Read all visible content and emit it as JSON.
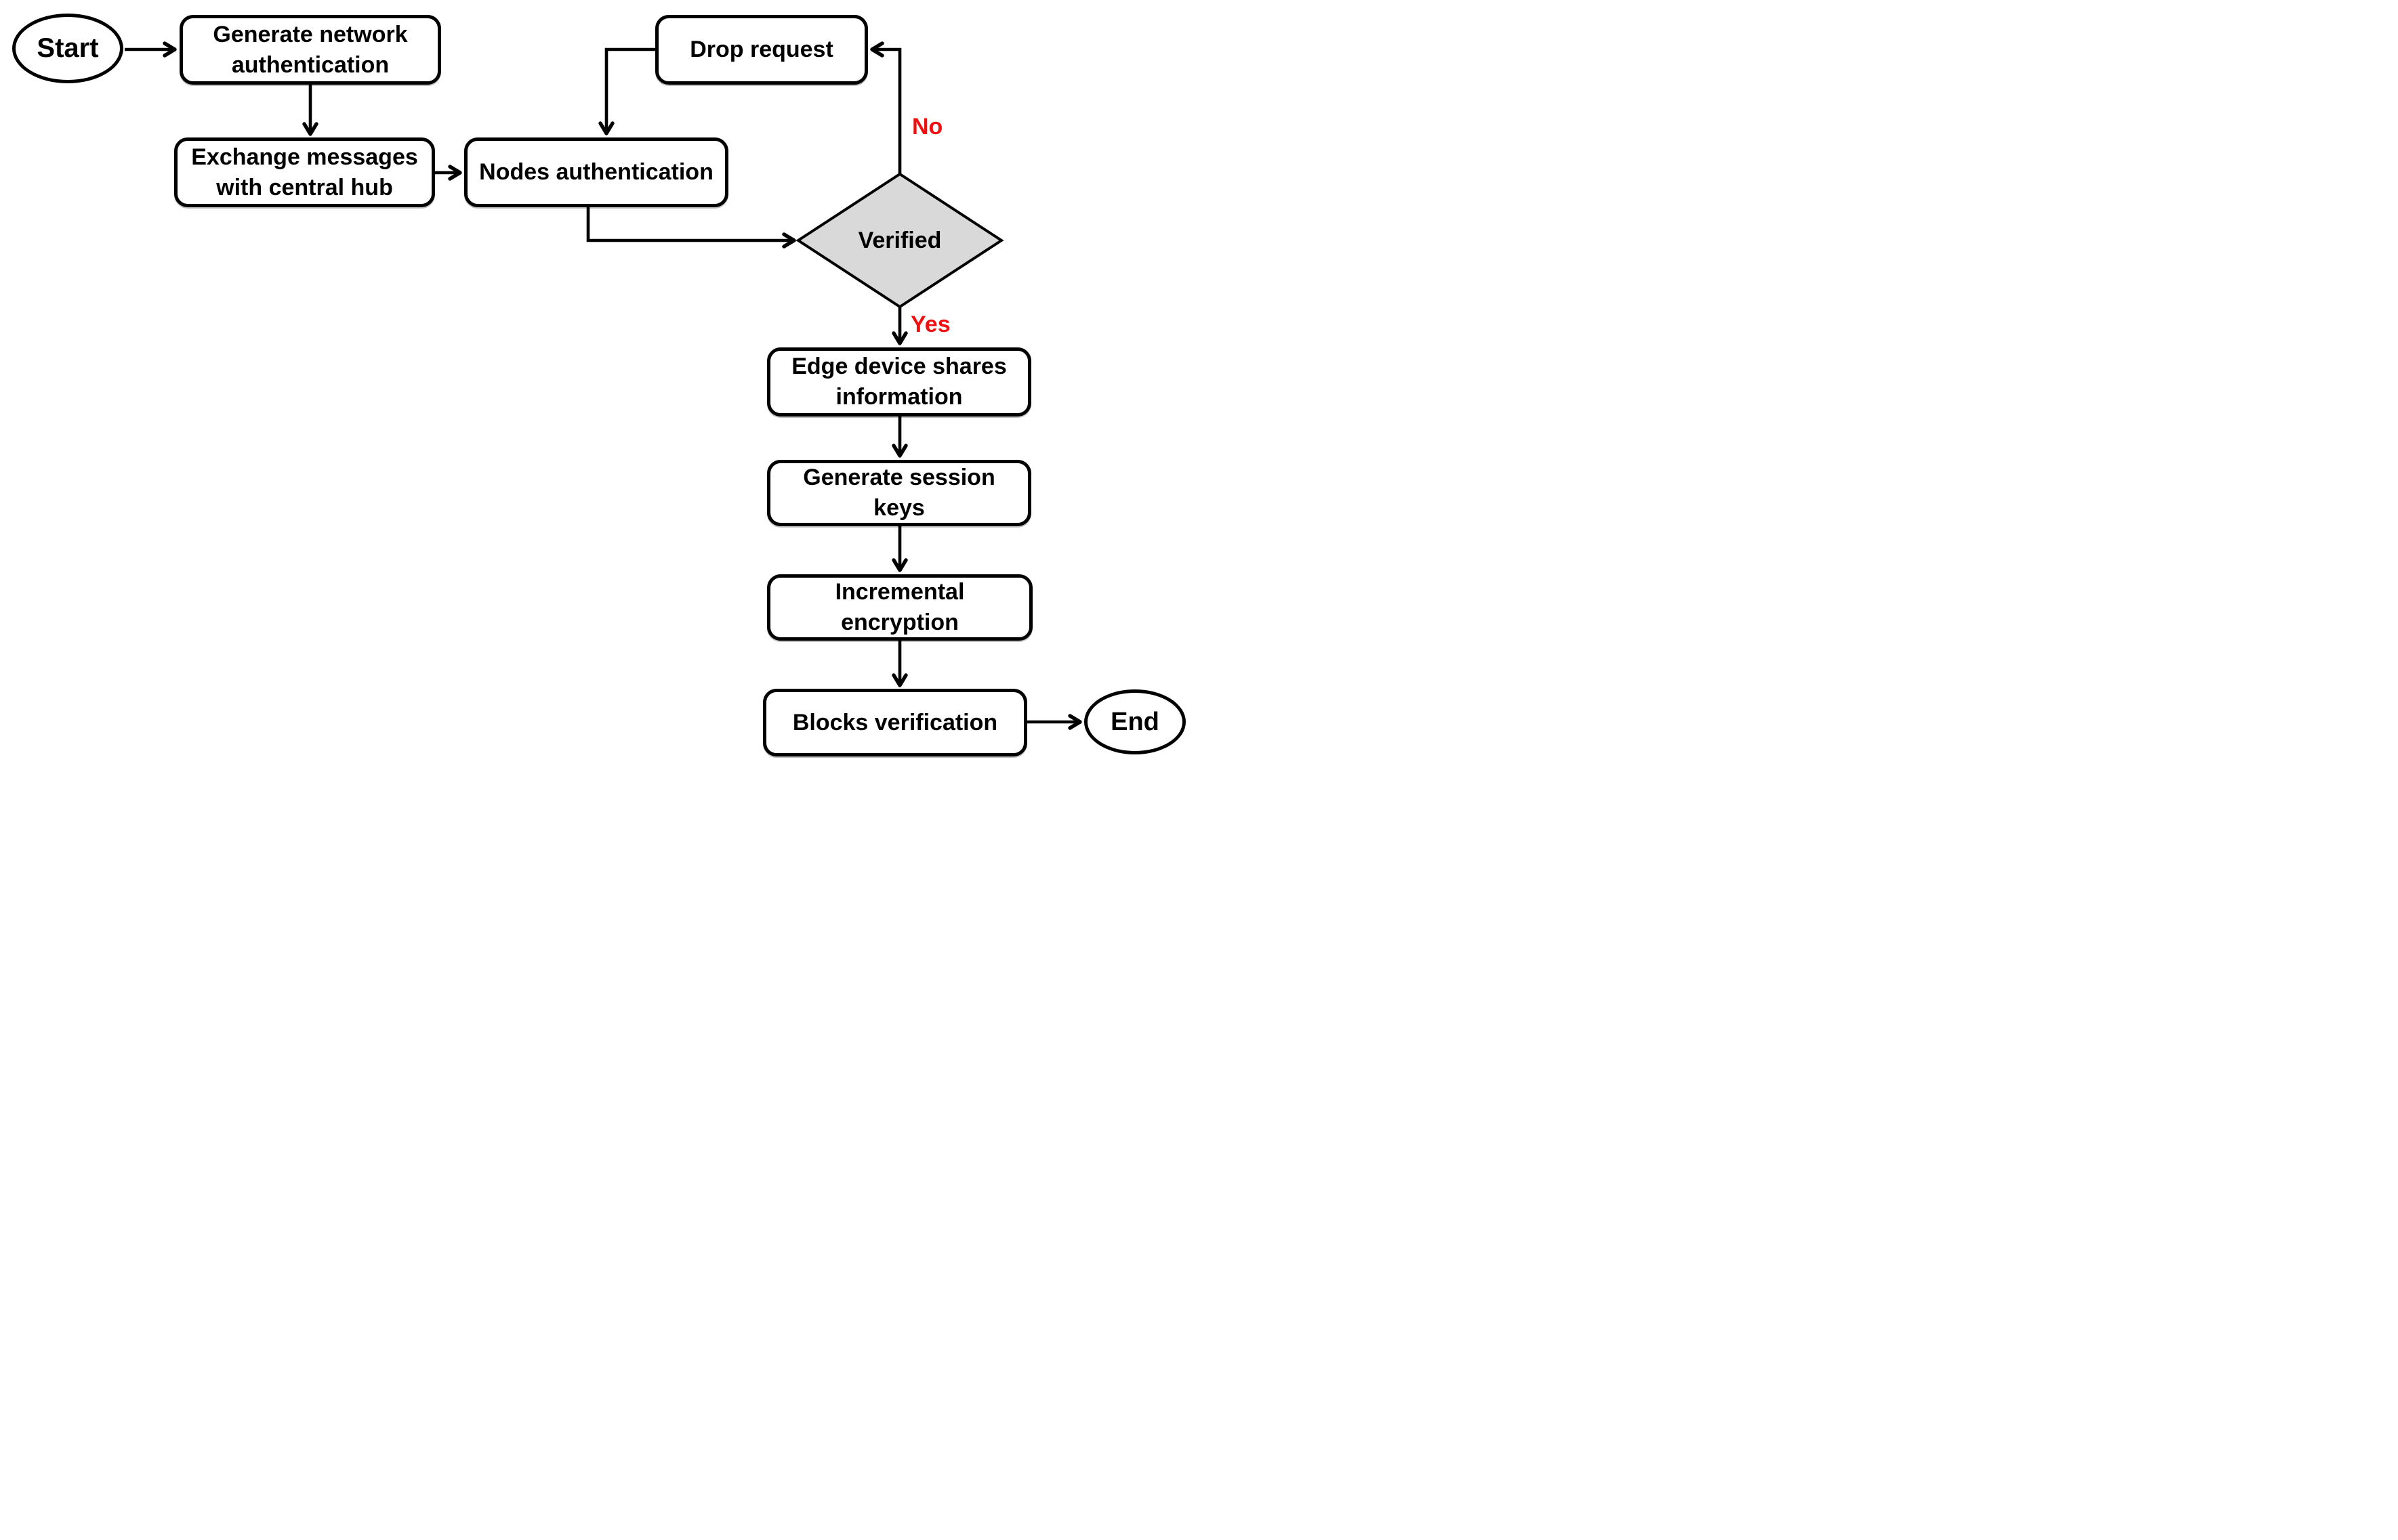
{
  "diagram": {
    "type": "flowchart",
    "colors": {
      "background": "#ffffff",
      "node_fill": "#ffffff",
      "node_border": "#000000",
      "decision_fill": "#d9d9d9",
      "connector": "#000000",
      "branch_label": "#ee1111"
    },
    "nodes": {
      "start": {
        "label": "Start",
        "type": "terminator"
      },
      "generate_network_auth": {
        "label": "Generate network authentication",
        "type": "process"
      },
      "exchange_messages": {
        "label": "Exchange messages with central hub",
        "type": "process"
      },
      "nodes_authentication": {
        "label": "Nodes authentication",
        "type": "process"
      },
      "drop_request": {
        "label": "Drop request",
        "type": "process"
      },
      "verified": {
        "label": "Verified",
        "type": "decision"
      },
      "edge_device_shares": {
        "label": "Edge device shares information",
        "type": "process"
      },
      "generate_session_keys": {
        "label": "Generate session keys",
        "type": "process"
      },
      "incremental_encryption": {
        "label": "Incremental encryption",
        "type": "process"
      },
      "blocks_verification": {
        "label": "Blocks verification",
        "type": "process"
      },
      "end": {
        "label": "End",
        "type": "terminator"
      }
    },
    "edge_labels": {
      "no": "No",
      "yes": "Yes"
    },
    "edges": [
      {
        "from": "start",
        "to": "generate_network_auth",
        "label": ""
      },
      {
        "from": "generate_network_auth",
        "to": "exchange_messages",
        "label": ""
      },
      {
        "from": "exchange_messages",
        "to": "nodes_authentication",
        "label": ""
      },
      {
        "from": "nodes_authentication",
        "to": "verified",
        "label": ""
      },
      {
        "from": "verified",
        "to": "drop_request",
        "label": "No"
      },
      {
        "from": "drop_request",
        "to": "nodes_authentication",
        "label": ""
      },
      {
        "from": "verified",
        "to": "edge_device_shares",
        "label": "Yes"
      },
      {
        "from": "edge_device_shares",
        "to": "generate_session_keys",
        "label": ""
      },
      {
        "from": "generate_session_keys",
        "to": "incremental_encryption",
        "label": ""
      },
      {
        "from": "incremental_encryption",
        "to": "blocks_verification",
        "label": ""
      },
      {
        "from": "blocks_verification",
        "to": "end",
        "label": ""
      }
    ]
  }
}
